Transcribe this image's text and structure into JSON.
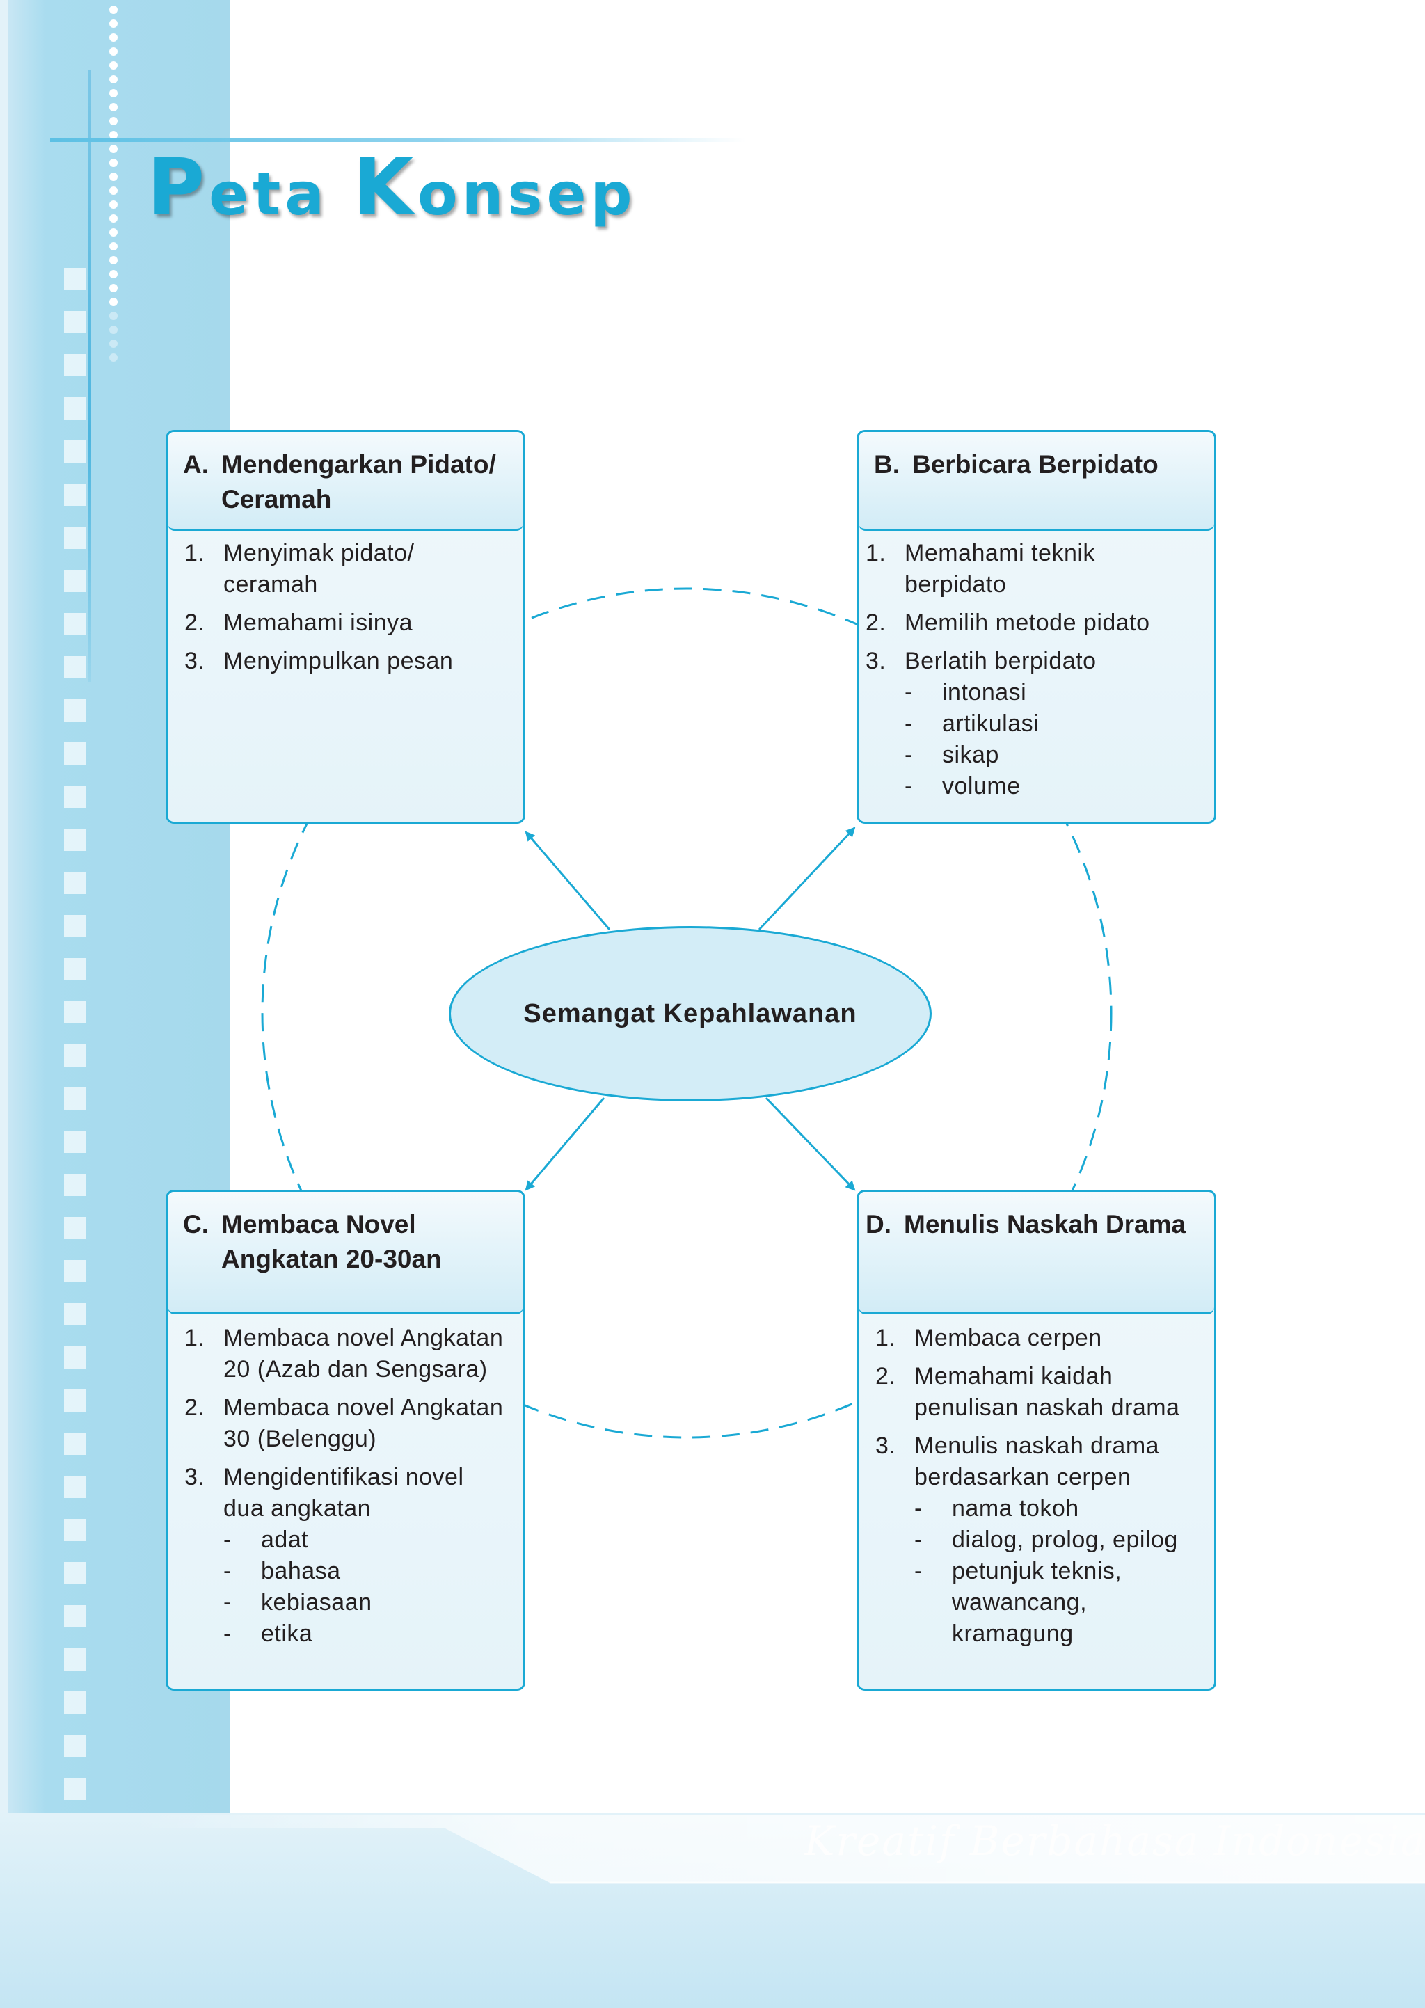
{
  "page": {
    "title_initial_1": "P",
    "title_rest_1": "eta ",
    "title_initial_2": "K",
    "title_rest_2": "onsep"
  },
  "footer": {
    "text": "Kreatif Berbahasa Indonesia"
  },
  "center": {
    "label": "Semangat Kepahlawanan"
  },
  "colors": {
    "accent": "#1aa9d4",
    "box_fill": "#e8f5fa",
    "ellipse_fill": "#d3edf7",
    "band": "#a6d9ec"
  },
  "boxes": {
    "a": {
      "letter": "A.",
      "title": "Mendengarkan Pidato/ Ceramah",
      "items": [
        {
          "num": "1.",
          "text": "Menyimak pidato/ ceramah",
          "subs": []
        },
        {
          "num": "2.",
          "text": "Memahami isinya",
          "subs": []
        },
        {
          "num": "3.",
          "text": "Menyimpulkan pesan",
          "subs": []
        }
      ]
    },
    "b": {
      "letter": "B.",
      "title": "Berbicara Berpidato",
      "items": [
        {
          "num": "1.",
          "text": "Memahami teknik berpidato",
          "subs": []
        },
        {
          "num": "2.",
          "text": "Memilih metode pidato",
          "subs": []
        },
        {
          "num": "3.",
          "text": "Berlatih berpidato",
          "subs": [
            "intonasi",
            "artikulasi",
            "sikap",
            "volume"
          ]
        }
      ]
    },
    "c": {
      "letter": "C.",
      "title": "Membaca Novel Angkatan 20-30an",
      "items": [
        {
          "num": "1.",
          "text": "Membaca novel Angkatan 20 (Azab dan Sengsara)",
          "subs": []
        },
        {
          "num": "2.",
          "text": "Membaca novel Angkatan 30 (Belenggu)",
          "subs": []
        },
        {
          "num": "3.",
          "text": "Mengidentifikasi novel dua angkatan",
          "subs": [
            "adat",
            "bahasa",
            "kebiasaan",
            "etika"
          ]
        }
      ]
    },
    "d": {
      "letter": "D.",
      "title": "Menulis Naskah Drama",
      "items": [
        {
          "num": "1.",
          "text": "Membaca cerpen",
          "subs": []
        },
        {
          "num": "2.",
          "text": "Memahami kaidah penulisan naskah drama",
          "subs": []
        },
        {
          "num": "3.",
          "text": "Menulis naskah drama berdasarkan cerpen",
          "subs": [
            "nama tokoh",
            "dialog, prolog, epilog",
            "petunjuk teknis, wawancang, kramagung"
          ]
        }
      ]
    }
  }
}
